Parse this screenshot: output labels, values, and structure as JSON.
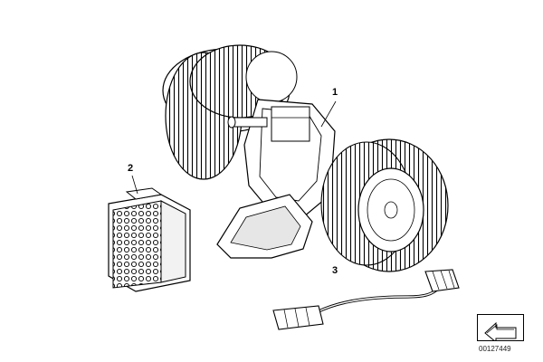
{
  "callouts": {
    "part1": "1",
    "part2": "2",
    "part3": "3"
  },
  "diagram_id": "00127449",
  "icons": [
    "blower-motor-icon",
    "resistor-pack-icon",
    "wiring-harness-icon",
    "reference-arrow-icon"
  ],
  "colors": {
    "line": "#000000",
    "background": "#ffffff",
    "shade": "#d8d8d8"
  }
}
